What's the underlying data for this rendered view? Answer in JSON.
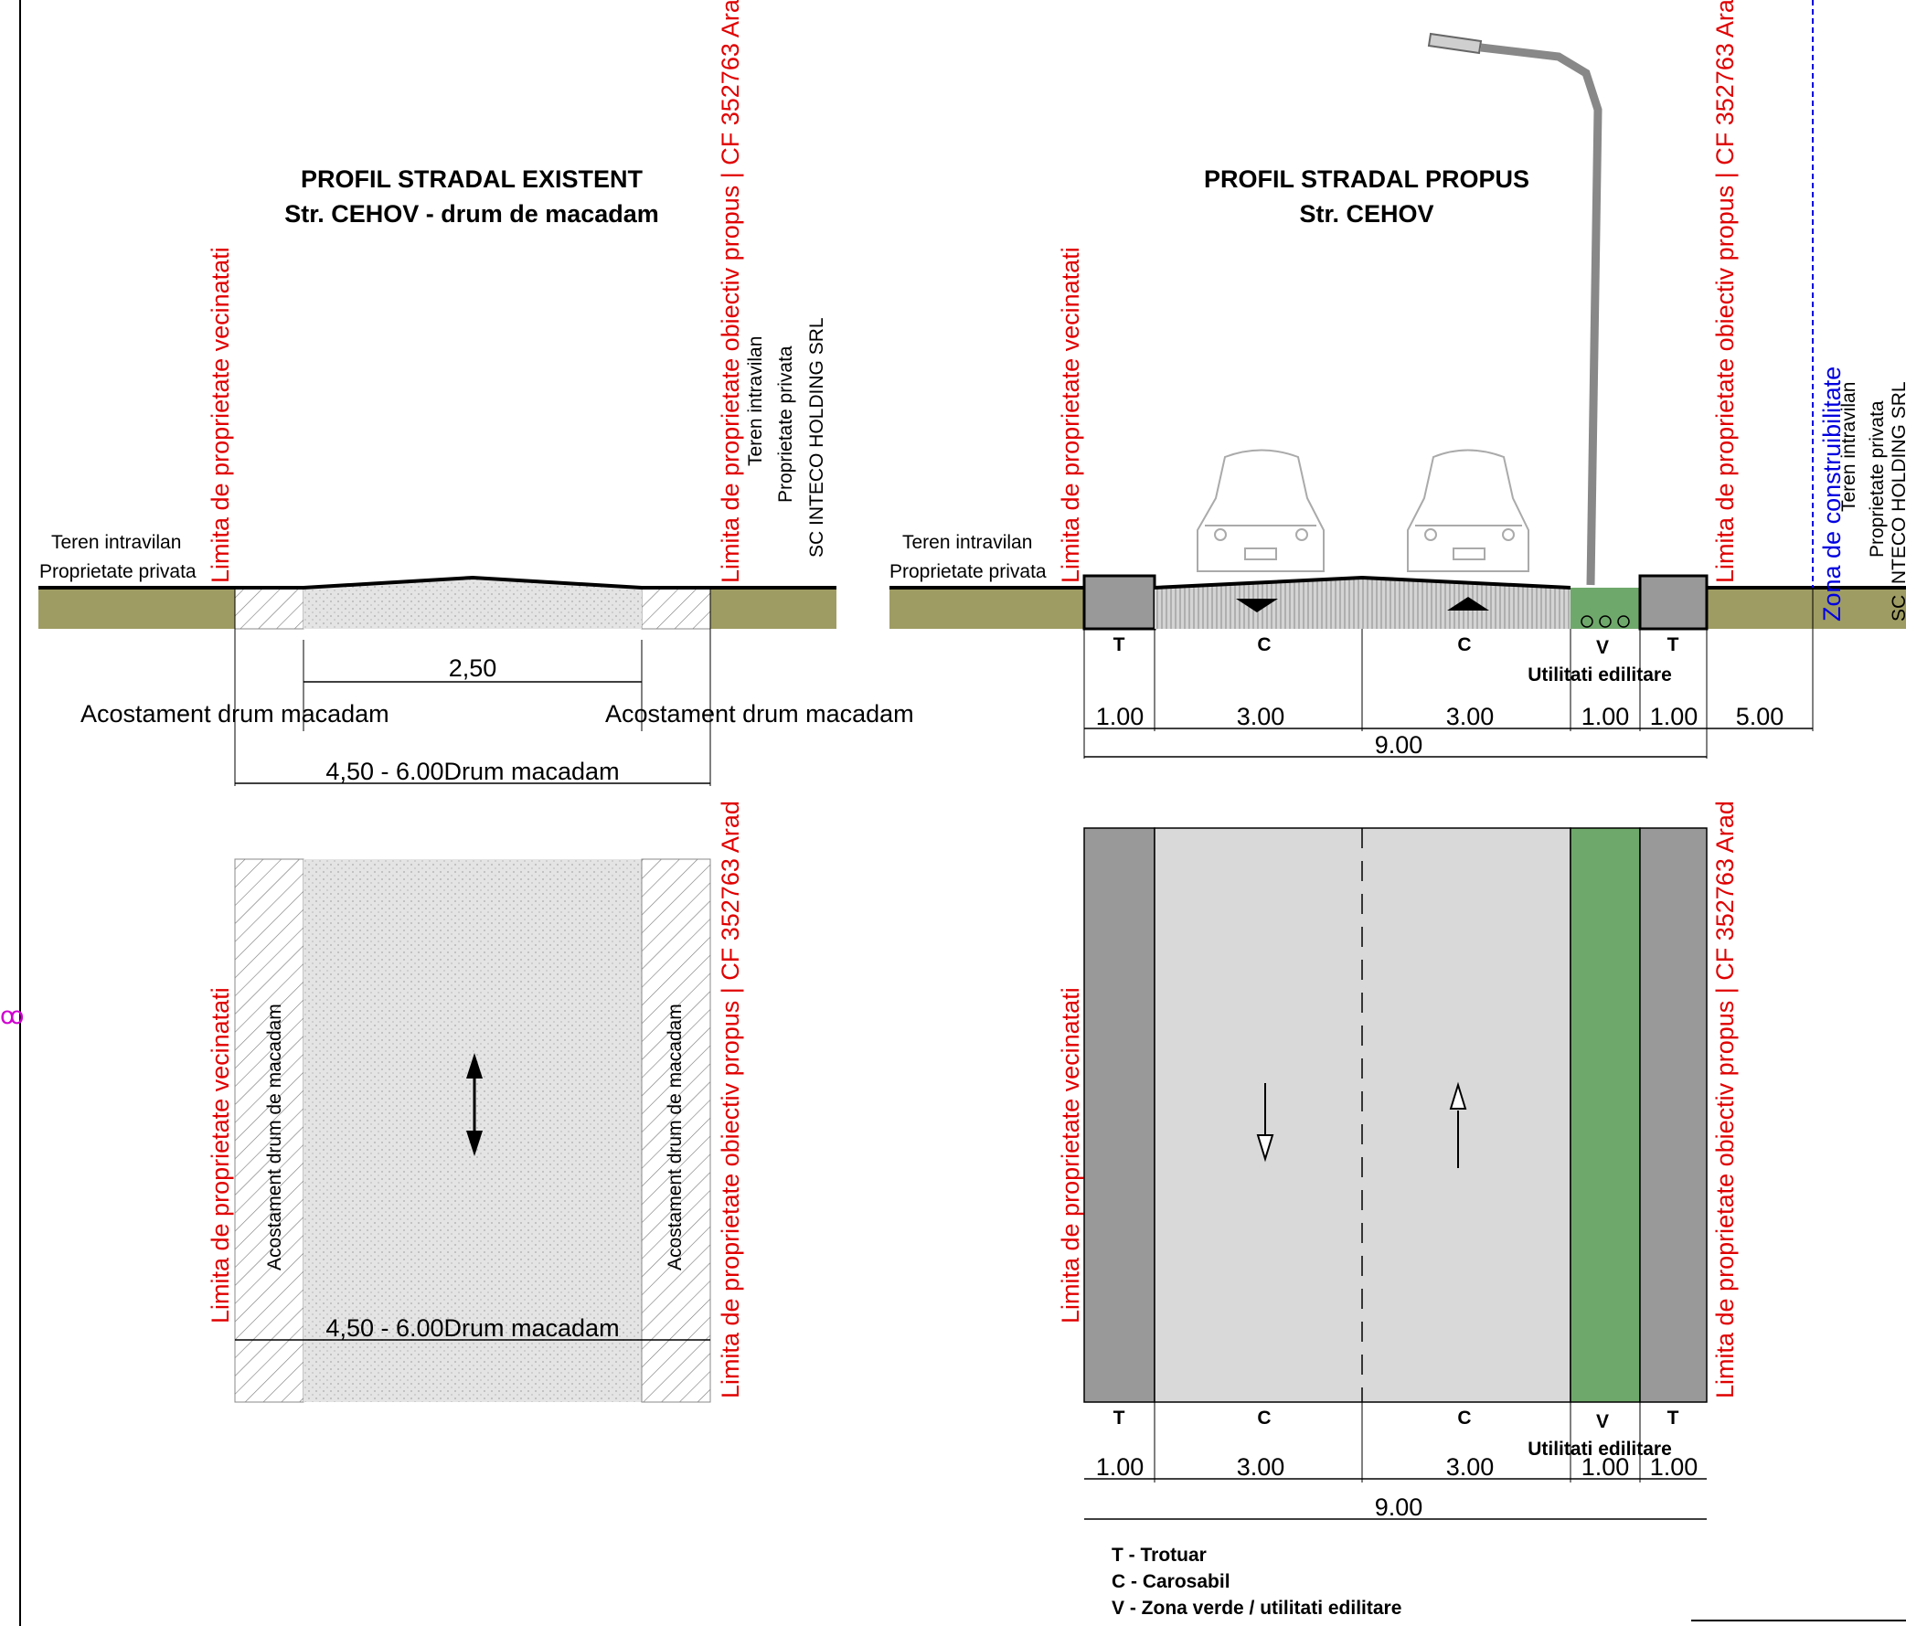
{
  "existing": {
    "title": "PROFIL STRADAL EXISTENT",
    "subtitle": "Str. CEHOV - drum de macadam",
    "left_land": [
      "Teren intravilan",
      "Proprietate privata"
    ],
    "right_land": [
      "Teren intravilan",
      "Proprietate privata",
      "SC INTECO HOLDING SRL"
    ],
    "limit_left": "Limita de proprietate vecinatati",
    "limit_right": "Limita de proprietate obiectiv propus |  CF 352763 Arad",
    "dim_inner": "2,50",
    "shoulder_left": "Acostament drum macadam",
    "shoulder_right": "Acostament drum macadam",
    "dim_total": "4,50 - 6.00Drum macadam",
    "plan_shoulder_label": "Acostament drum de macadam",
    "plan_dim_total": "4,50 - 6.00Drum macadam"
  },
  "proposed": {
    "title": "PROFIL STRADAL PROPUS",
    "subtitle": "Str. CEHOV",
    "left_land": [
      "Teren intravilan",
      "Proprietate privata"
    ],
    "right_land": [
      "Teren intravilan",
      "Proprietate privata",
      "SC INTECO HOLDING SRL"
    ],
    "limit_left": "Limita de proprietate vecinatati",
    "limit_right": "Limita de proprietate obiectiv propus |  CF 352763 Arad",
    "buildable_zone": "Zona de construibilitate",
    "segments": [
      {
        "code": "T",
        "width": "1.00"
      },
      {
        "code": "C",
        "width": "3.00"
      },
      {
        "code": "C",
        "width": "3.00"
      },
      {
        "code": "V",
        "width": "1.00"
      },
      {
        "code": "T",
        "width": "1.00"
      }
    ],
    "setback": "5.00",
    "total": "9.00",
    "utilities_label": "Utilitati edilitare"
  },
  "legend": [
    "T - Trotuar",
    "C - Carosabil",
    "V - Zona verde / utilitati edilitare"
  ],
  "colors": {
    "ground": "#9e9c62",
    "sidewalk": "#999999",
    "roadway": "#d9d9d9",
    "green_zone": "#6fa86b",
    "property_limit": "#e00000",
    "buildable": "#0000e0"
  }
}
